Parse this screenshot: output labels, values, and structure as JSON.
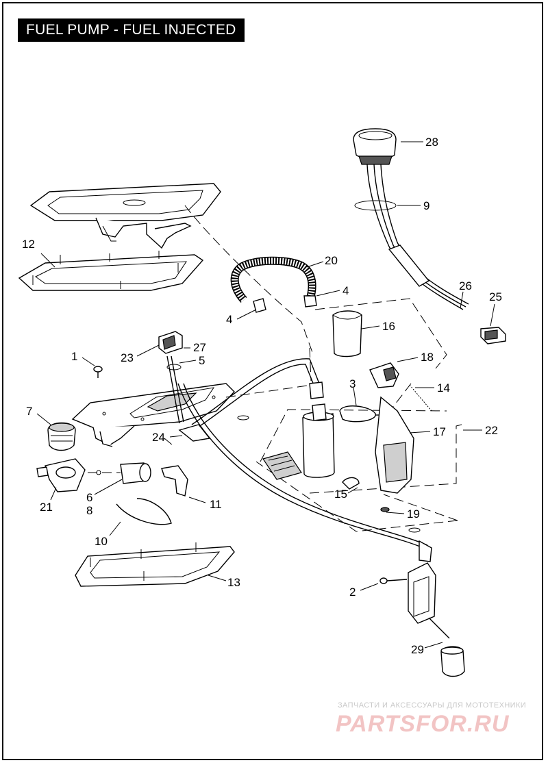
{
  "title": "FUEL PUMP - FUEL INJECTED",
  "callouts": {
    "c1": "1",
    "c2": "2",
    "c3": "3",
    "c4a": "4",
    "c4b": "4",
    "c5": "5",
    "c6": "6",
    "c7": "7",
    "c8": "8",
    "c9": "9",
    "c10": "10",
    "c11": "11",
    "c12": "12",
    "c13": "13",
    "c14": "14",
    "c15": "15",
    "c16": "16",
    "c17": "17",
    "c18": "18",
    "c19": "19",
    "c20": "20",
    "c21": "21",
    "c22": "22",
    "c23": "23",
    "c24": "24",
    "c25": "25",
    "c26": "26",
    "c27": "27",
    "c28": "28",
    "c29": "29"
  },
  "watermark": {
    "tagline": "ЗАПЧАСТИ И АКСЕССУАРЫ ДЛЯ МОТОТЕХНИКИ",
    "site": "PARTSFOR.RU"
  }
}
